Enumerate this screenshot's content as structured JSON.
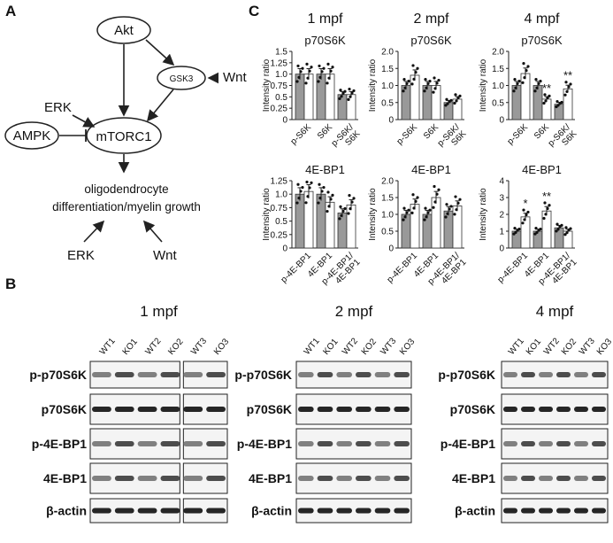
{
  "panels": {
    "a": "A",
    "b": "B",
    "c": "C"
  },
  "pathway": {
    "akt": "Akt",
    "gsk3": "GSK3",
    "wnt_top": "Wnt",
    "erk_top": "ERK",
    "ampk": "AMPK",
    "mtorc1": "mTORC1",
    "outcome_line1": "oligodendrocyte",
    "outcome_line2": "differentiation/myelin growth",
    "erk_bottom": "ERK",
    "wnt_bottom": "Wnt"
  },
  "chart_data": [
    {
      "type": "bar",
      "age": "1 mpf",
      "protein": "p70S6K",
      "ylabel": "Intensity ratio",
      "categories": [
        "p-S6K",
        "S6K",
        "p-S6K/\nS6K"
      ],
      "yticks": [
        "0",
        "0.25",
        "0.5",
        "0.75",
        "1.0",
        "1.25",
        "1.5"
      ],
      "ylim": [
        0,
        1.5
      ],
      "series": [
        {
          "values": [
            1.0,
            1.0,
            0.55
          ]
        },
        {
          "values": [
            1.0,
            1.0,
            0.55
          ]
        }
      ],
      "significance": [
        "",
        "",
        ""
      ]
    },
    {
      "type": "bar",
      "age": "2 mpf",
      "protein": "p70S6K",
      "ylabel": "Intensity ratio",
      "categories": [
        "p-S6K",
        "S6K",
        "p-S6K/\nS6K"
      ],
      "yticks": [
        "0",
        "0.5",
        "1.0",
        "1.5",
        "2.0"
      ],
      "ylim": [
        0,
        2.0
      ],
      "series": [
        {
          "values": [
            1.0,
            1.0,
            0.5
          ]
        },
        {
          "values": [
            1.3,
            1.0,
            0.6
          ]
        }
      ],
      "significance": [
        "",
        "",
        ""
      ]
    },
    {
      "type": "bar",
      "age": "4 mpf",
      "protein": "p70S6K",
      "ylabel": "Intensity ratio",
      "categories": [
        "p-S6K",
        "S6K",
        "p-S6K/\nS6K"
      ],
      "yticks": [
        "0",
        "0.5",
        "1.0",
        "1.5",
        "2.0"
      ],
      "ylim": [
        0,
        2.0
      ],
      "series": [
        {
          "values": [
            1.0,
            1.0,
            0.45
          ]
        },
        {
          "values": [
            1.35,
            0.6,
            0.9
          ]
        }
      ],
      "significance": [
        "",
        "**",
        "**"
      ]
    },
    {
      "type": "bar",
      "age": "1 mpf",
      "protein": "4E-BP1",
      "ylabel": "Intensity ratio",
      "categories": [
        "p-4E-BP1",
        "4E-BP1",
        "p-4E-BP1/\n4E-BP1"
      ],
      "yticks": [
        "0",
        "0.25",
        "0.5",
        "0.75",
        "1.0",
        "1.25"
      ],
      "ylim": [
        0,
        1.25
      ],
      "series": [
        {
          "values": [
            1.0,
            1.0,
            0.65
          ]
        },
        {
          "values": [
            1.05,
            0.85,
            0.8
          ]
        }
      ],
      "significance": [
        "",
        "",
        ""
      ]
    },
    {
      "type": "bar",
      "age": "2 mpf",
      "protein": "4E-BP1",
      "ylabel": "Intensity ratio",
      "categories": [
        "p-4E-BP1",
        "4E-BP1",
        "p-4E-BP1/\n4E-BP1"
      ],
      "yticks": [
        "0",
        "0.5",
        "1.0",
        "1.5",
        "2.0"
      ],
      "ylim": [
        0,
        2.0
      ],
      "series": [
        {
          "values": [
            1.0,
            1.0,
            1.1
          ]
        },
        {
          "values": [
            1.3,
            1.5,
            1.25
          ]
        }
      ],
      "significance": [
        "",
        "",
        ""
      ]
    },
    {
      "type": "bar",
      "age": "4 mpf",
      "protein": "4E-BP1",
      "ylabel": "Intensity ratio",
      "categories": [
        "p-4E-BP1",
        "4E-BP1",
        "p-4E-BP1/\n4E-BP1"
      ],
      "yticks": [
        "0",
        "1",
        "2",
        "3",
        "4"
      ],
      "ylim": [
        0,
        4
      ],
      "series": [
        {
          "values": [
            1.0,
            1.0,
            1.2
          ]
        },
        {
          "values": [
            1.85,
            2.2,
            1.0
          ]
        }
      ],
      "significance": [
        "*",
        "**",
        ""
      ]
    }
  ],
  "blots": {
    "groups": [
      {
        "title": "1 mpf",
        "lanes": [
          "WT1",
          "KO1",
          "WT2",
          "KO2",
          "WT3",
          "KO3"
        ]
      },
      {
        "title": "2 mpf",
        "lanes": [
          "WT1",
          "KO1",
          "WT2",
          "KO2",
          "WT3",
          "KO3"
        ]
      },
      {
        "title": "4 mpf",
        "lanes": [
          "WT1",
          "KO1",
          "WT2",
          "KO2",
          "WT3",
          "KO3"
        ]
      }
    ],
    "rows": [
      "p-p70S6K",
      "p70S6K",
      "p-4E-BP1",
      "4E-BP1",
      "β-actin"
    ]
  }
}
